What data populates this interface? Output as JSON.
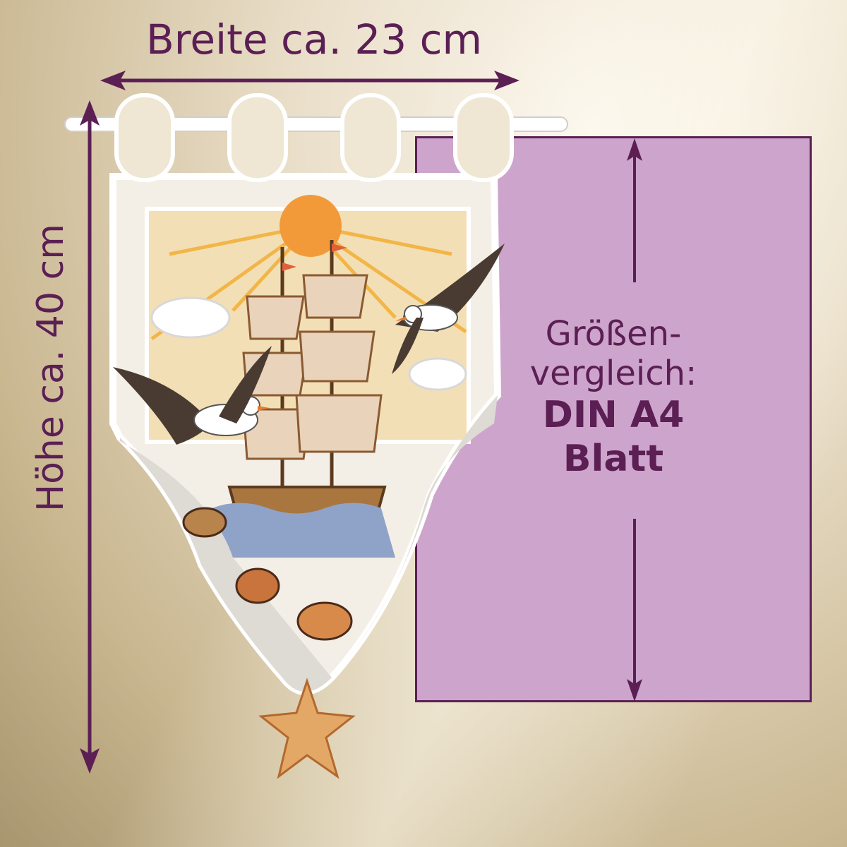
{
  "labels": {
    "width": "Breite ca. 23 cm",
    "height": "Höhe ca. 40 cm"
  },
  "a4_comparison": {
    "line1": "Größen-",
    "line2": "vergleich:",
    "line3": "DIN A4",
    "line4": "Blatt"
  },
  "colors": {
    "accent": "#5b1f54",
    "a4_fill": "#cda5cc",
    "background": "#e8dcc4"
  },
  "icons": {
    "curtain": "embroidered-lace-curtain-ship",
    "arrows": "dimension-arrows"
  }
}
